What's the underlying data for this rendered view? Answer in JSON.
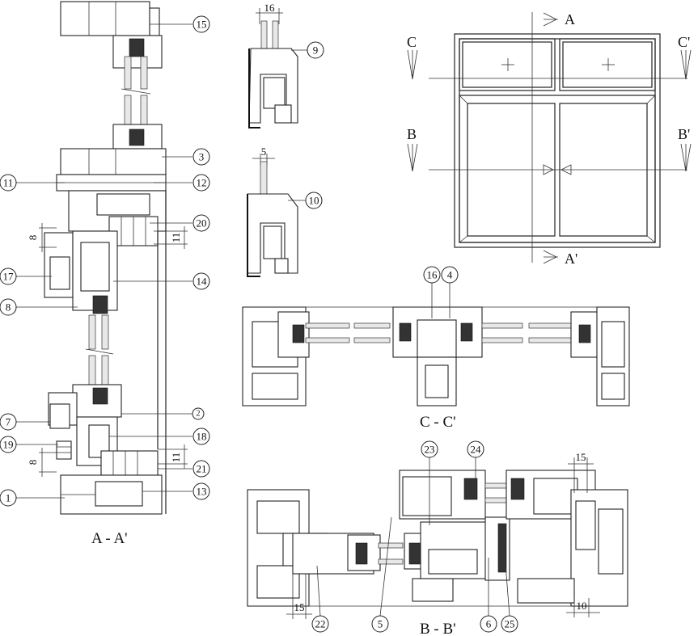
{
  "section_titles": {
    "aa": "A - A'",
    "cc": "C - C'",
    "bb": "B - B'"
  },
  "elevation_markers": {
    "a_top": "A",
    "a_bottom": "A'",
    "c_left": "C",
    "c_right": "C'",
    "b_left": "B",
    "b_right": "B'"
  },
  "dimensions": {
    "d16": "16",
    "d5": "5",
    "d8_top": "8",
    "d11_top": "11",
    "d8_bottom": "8",
    "d11_bottom": "11",
    "d15_right": "15",
    "d15_left": "15",
    "d10": "10"
  },
  "callouts": {
    "c1": "1",
    "c2": "2",
    "c3": "3",
    "c4": "4",
    "c5": "5",
    "c6": "6",
    "c7": "7",
    "c8": "8",
    "c9": "9",
    "c10": "10",
    "c11": "11",
    "c12": "12",
    "c13": "13",
    "c14": "14",
    "c15": "15",
    "c16": "16",
    "c17": "17",
    "c18": "18",
    "c19": "19",
    "c20": "20",
    "c21": "21",
    "c22": "22",
    "c23": "23",
    "c24": "24",
    "c25": "25"
  }
}
